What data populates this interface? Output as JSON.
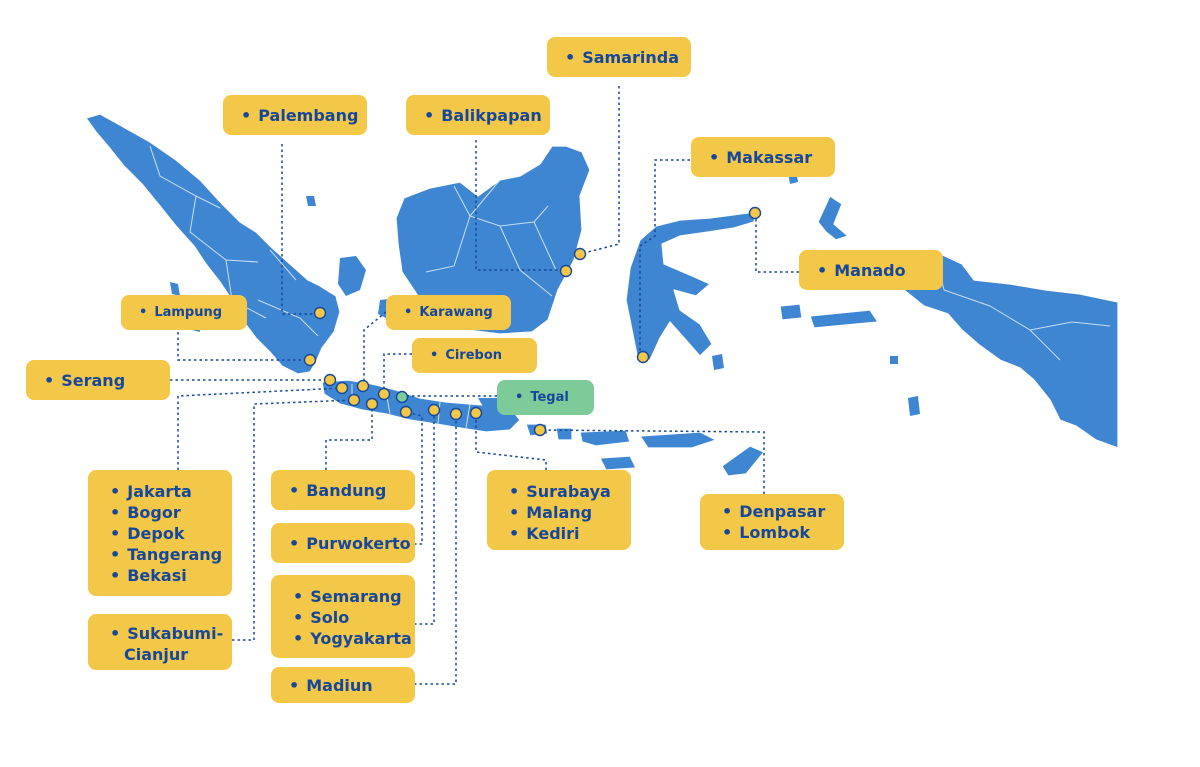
{
  "map": {
    "colors": {
      "land": "#3f86d2",
      "label_bg": "#f3c848",
      "label_text": "#17479a",
      "highlight_bg": "#7ecb9a",
      "connector": "#17479a"
    },
    "bullet": "•",
    "labels": {
      "samarinda": [
        "Samarinda"
      ],
      "palembang": [
        "Palembang"
      ],
      "balikpapan": [
        "Balikpapan"
      ],
      "makassar": [
        "Makassar"
      ],
      "manado": [
        "Manado"
      ],
      "lampung": [
        "Lampung"
      ],
      "karawang": [
        "Karawang"
      ],
      "cirebon": [
        "Cirebon"
      ],
      "serang": [
        "Serang"
      ],
      "tegal": [
        "Tegal"
      ],
      "jabodetabek": [
        "Jakarta",
        "Bogor",
        "Depok",
        "Tangerang",
        "Bekasi"
      ],
      "bandung": [
        "Bandung"
      ],
      "purwokerto": [
        "Purwokerto"
      ],
      "central_java": [
        "Semarang",
        "Solo",
        "Yogyakarta"
      ],
      "sukabumi": [
        "Sukabumi-",
        "Cianjur"
      ],
      "madiun": [
        "Madiun"
      ],
      "east_java": [
        "Surabaya",
        "Malang",
        "Kediri"
      ],
      "bali_nusa": [
        "Denpasar",
        "Lombok"
      ]
    }
  }
}
